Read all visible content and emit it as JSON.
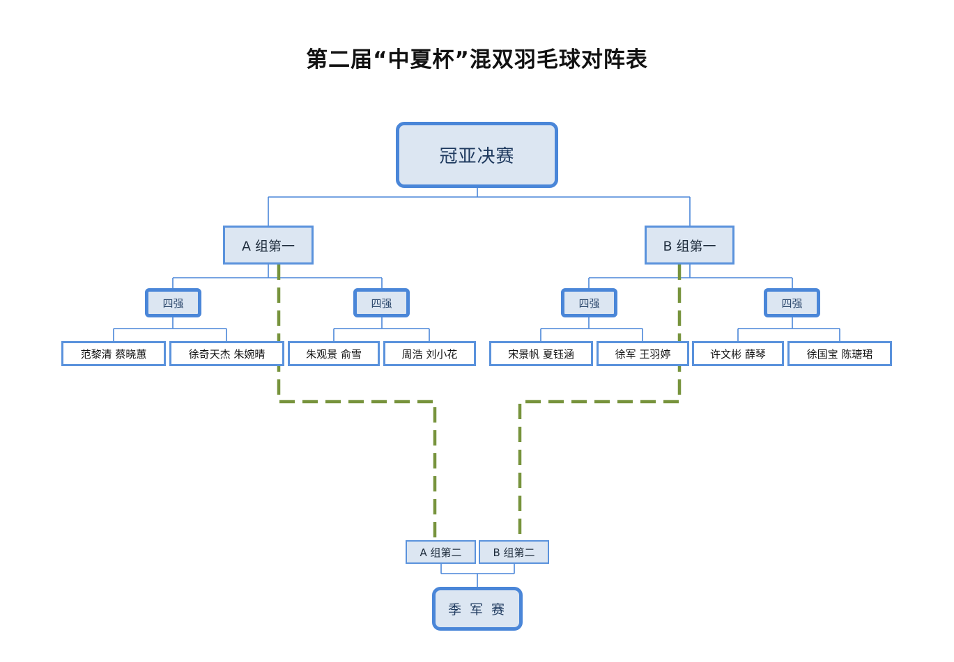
{
  "title": "第二届“中夏杯”混双羽毛球对阵表",
  "final": {
    "label": "冠亚决赛"
  },
  "groups": {
    "a_first": "A 组第一",
    "b_first": "B 组第一",
    "a_second": "A 组第二",
    "b_second": "B 组第二"
  },
  "semifinal_label": "四强",
  "teams": [
    "范黎清  蔡晓蕙",
    "徐奇天杰  朱婉晴",
    "朱观景  俞雪",
    "周浩  刘小花",
    "宋景帆  夏钰涵",
    "徐军  王羽婷",
    "许文彬  薛琴",
    "徐国宝  陈瑭珺"
  ],
  "third_place": {
    "label": "季 军 赛"
  },
  "colors": {
    "box_fill": "#dce6f2",
    "box_border": "#4a86d8",
    "connector": "#4a86d8",
    "dashed_path": "#77933c"
  }
}
